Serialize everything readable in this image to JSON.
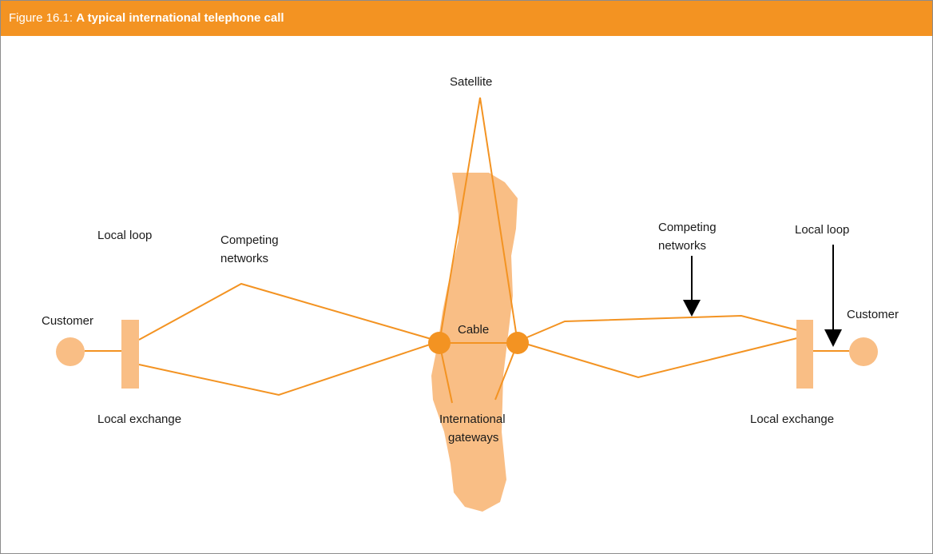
{
  "figure": {
    "label_prefix": "Figure 16.1: ",
    "title": "A typical international telephone call",
    "header_color": "#f39322"
  },
  "diagram": {
    "labels": {
      "satellite": "Satellite",
      "cable": "Cable",
      "international_gateways_1": "International",
      "international_gateways_2": "gateways",
      "left_local_loop": "Local loop",
      "left_competing_1": "Competing",
      "left_competing_2": "networks",
      "left_customer": "Customer",
      "left_local_exchange": "Local exchange",
      "right_competing_1": "Competing",
      "right_competing_2": "networks",
      "right_local_loop": "Local loop",
      "right_customer": "Customer",
      "right_local_exchange": "Local exchange"
    },
    "colors": {
      "line": "#f39322",
      "node": "#f39322",
      "light_fill": "#f9be85",
      "arrow": "#000000"
    }
  }
}
